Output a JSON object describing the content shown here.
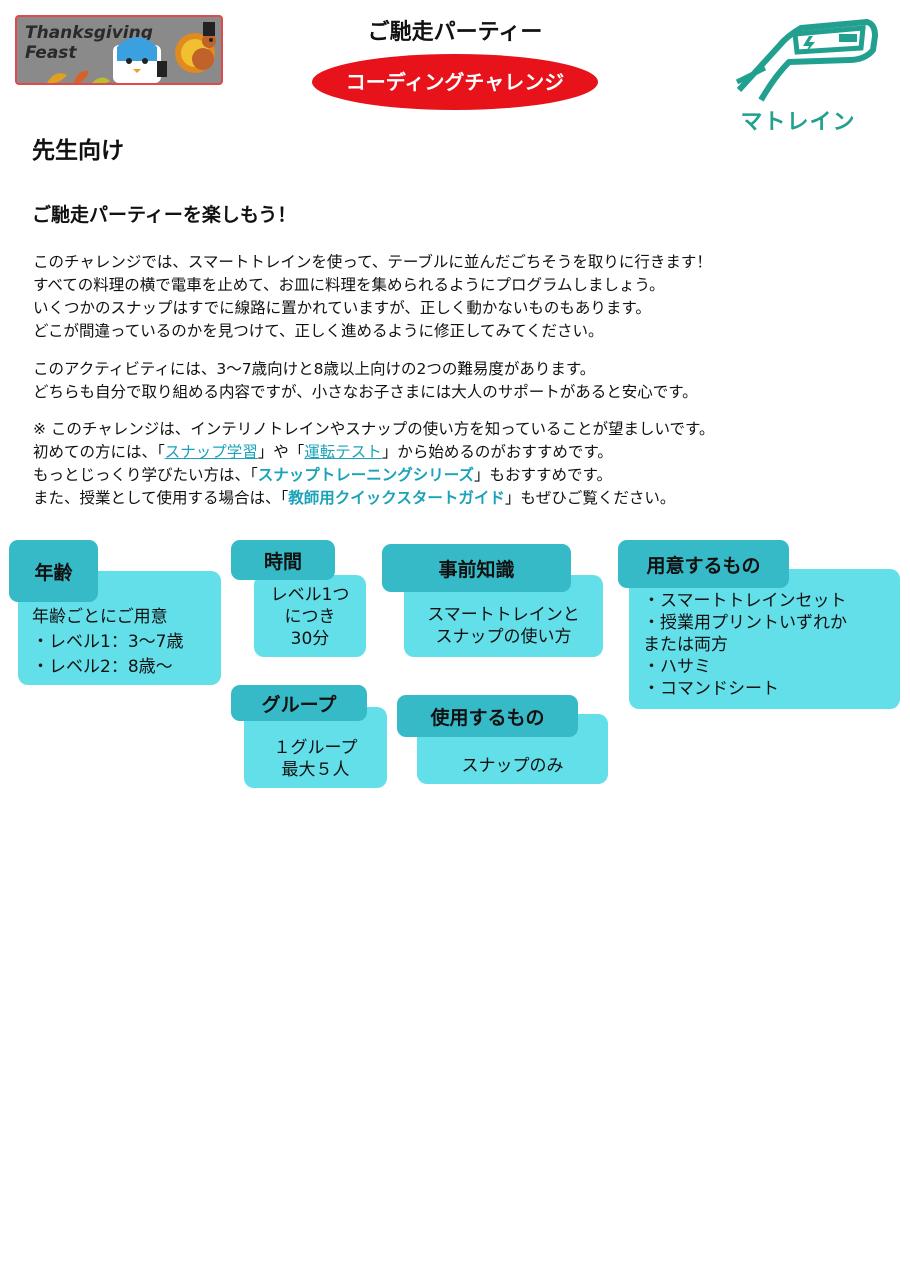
{
  "header": {
    "logo_line1": "Thanksgiving",
    "logo_line2": "Feast",
    "title": "ご馳走パーティー",
    "challenge_label": "コーディングチャレンジ",
    "brand_name": "マトレイン",
    "colors": {
      "pill": "#e8121a",
      "brand": "#21a08f",
      "card": "#63dfe9",
      "card_tab": "#36bac8",
      "link": "#1aa3b8"
    }
  },
  "audience": "先生向け",
  "lead": "ご馳走パーティーを楽しもう！",
  "para1": [
    "このチャレンジでは、スマートトレインを使って、テーブルに並んだごちそうを取りに行きます！",
    "すべての料理の横で電車を止めて、お皿に料理を集められるようにプログラムしましょう。",
    "いくつかのスナップはすでに線路に置かれていますが、正しく動かないものもあります。",
    "どこが間違っているのかを見つけて、正しく進めるように修正してみてください。"
  ],
  "para2": [
    "このアクティビティには、3〜7歳向けと8歳以上向けの2つの難易度があります。",
    "どちらも自分で取り組める内容ですが、小さなお子さまには大人のサポートがあると安心です。"
  ],
  "para3": {
    "line1": "※ このチャレンジは、インテリノトレインやスナップの使い方を知っていることが望ましいです。",
    "line2_a": "初めての方には、「",
    "link_snap": "スナップ学習",
    "line2_b": "」や「",
    "link_drive": "運転テスト",
    "line2_c": "」から始めるのがおすすめです。",
    "line3_a": "もっとじっくり学びたい方は、「",
    "series": "スナップトレーニングシリーズ",
    "line3_b": "」もおすすめです。",
    "line4_a": "また、授業として使用する場合は、「",
    "guide": "教師用クイックスタートガイド",
    "line4_b": "」もぜひご覧ください。"
  },
  "cards": {
    "age": {
      "title": "年齢",
      "lines": [
        "年齢ごとにご用意",
        "・レベル1：3〜7歳",
        "・レベル2：8歳〜"
      ]
    },
    "time": {
      "title": "時間",
      "lines": [
        "レベル1つ",
        "につき",
        "30分"
      ]
    },
    "prior": {
      "title": "事前知識",
      "lines": [
        "スマートトレインと",
        "スナップの使い方"
      ]
    },
    "materials": {
      "title": "用意するもの",
      "lines": [
        "・スマートトレインセット",
        "・授業用プリントいずれか",
        "または両方",
        "・ハサミ",
        "・コマンドシート"
      ]
    },
    "group": {
      "title": "グループ",
      "lines": [
        "１グループ",
        "最大５人"
      ]
    },
    "uses": {
      "title": "使用するもの",
      "lines": [
        "スナップのみ"
      ]
    }
  }
}
